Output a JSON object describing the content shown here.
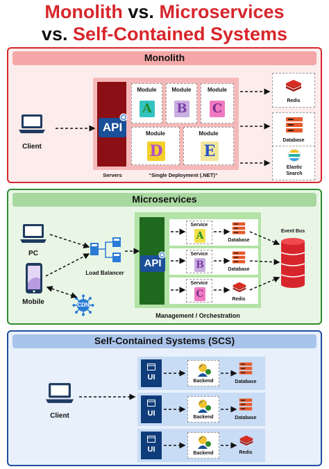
{
  "title": {
    "line1_part1": "Monolith",
    "line1_part2": "vs.",
    "line1_part3": "Microservices",
    "line2_part1": "vs.",
    "line2_part2": "Self-Contained Systems"
  },
  "monolith": {
    "header": "Monolith",
    "client_label": "Client",
    "api_label": "API",
    "modules": [
      {
        "label": "Module",
        "letter": "A"
      },
      {
        "label": "Module",
        "letter": "B"
      },
      {
        "label": "Module",
        "letter": "C"
      },
      {
        "label": "Module",
        "letter": "D"
      },
      {
        "label": "Module",
        "letter": "E"
      }
    ],
    "servers_label": "Servers",
    "deployment_label": "“Single Deployment (.NET)”",
    "stores": [
      "Redis",
      "Database",
      "Elastic Search"
    ],
    "colors": {
      "border": "#d7262b",
      "header": "#f4a7a7",
      "bg": "#fdecec",
      "server": "#8b0f14"
    }
  },
  "microservices": {
    "header": "Microservices",
    "pc_label": "PC",
    "mobile_label": "Mobile",
    "load_balancer_label": "Load Balancer",
    "cdn_label": "CDN",
    "api_label": "API",
    "services": [
      {
        "label": "Service",
        "letter": "A",
        "store": "Database"
      },
      {
        "label": "Service",
        "letter": "B",
        "store": "Database"
      },
      {
        "label": "Service",
        "letter": "C",
        "store": "Redis"
      }
    ],
    "event_bus_label": "Event Bus",
    "management_label": "Management / Orchestration",
    "colors": {
      "border": "#2e8b2e",
      "header": "#a8d8a0",
      "bg": "#e9f6e6",
      "server": "#1f6a1f"
    }
  },
  "scs": {
    "header": "Self-Contained Systems (SCS)",
    "client_label": "Client",
    "systems": [
      {
        "ui": "UI",
        "backend": "Backend",
        "store": "Database"
      },
      {
        "ui": "UI",
        "backend": "Backend",
        "store": "Database"
      },
      {
        "ui": "UI",
        "backend": "Backend",
        "store": "Redis"
      }
    ],
    "colors": {
      "border": "#1f4fa0",
      "header": "#a9c4ec",
      "bg": "#e8f0fb",
      "server": "#0f3c7a"
    }
  }
}
